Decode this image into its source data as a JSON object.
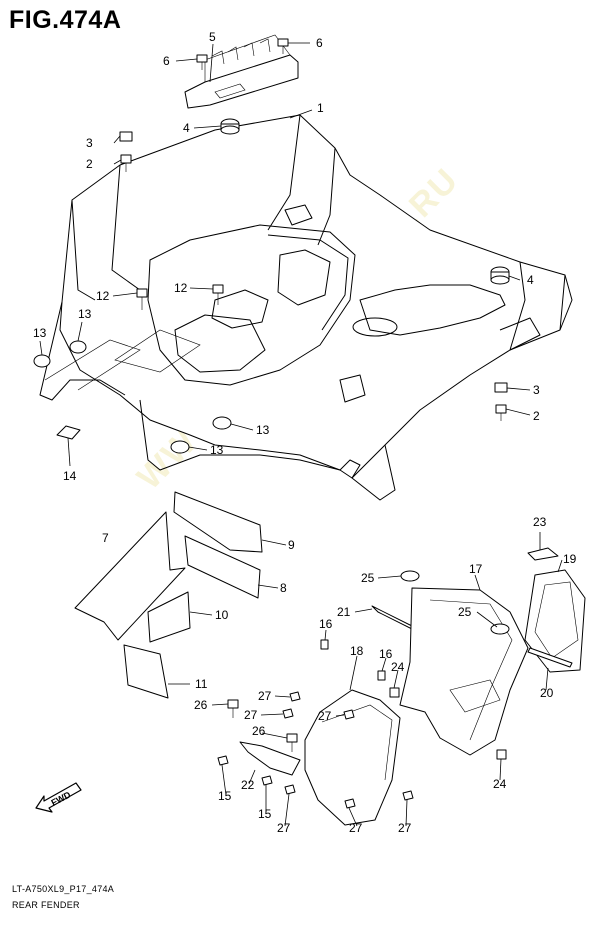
{
  "figure": {
    "title": "FIG.474A",
    "code": "LT-A750XL9_P17_474A",
    "name": "REAR FENDER",
    "watermark": "WWW.PARTSSUZUKI.RU",
    "watermark_color": "#e8dc8c"
  },
  "fwd_label": "FWD",
  "callouts": {
    "c1": "1",
    "c2a": "2",
    "c2b": "2",
    "c3a": "3",
    "c3b": "3",
    "c4a": "4",
    "c4b": "4",
    "c5": "5",
    "c6a": "6",
    "c6b": "6",
    "c7": "7",
    "c8": "8",
    "c9": "9",
    "c10": "10",
    "c11": "11",
    "c12a": "12",
    "c12b": "12",
    "c13a": "13",
    "c13b": "13",
    "c13c": "13",
    "c13d": "13",
    "c14": "14",
    "c15a": "15",
    "c15b": "15",
    "c16a": "16",
    "c16b": "16",
    "c17": "17",
    "c18": "18",
    "c19": "19",
    "c20": "20",
    "c21": "21",
    "c22": "22",
    "c23": "23",
    "c24a": "24",
    "c24b": "24",
    "c25a": "25",
    "c25b": "25",
    "c26a": "26",
    "c26b": "26",
    "c27a": "27",
    "c27b": "27",
    "c27c": "27",
    "c27d": "27",
    "c27e": "27",
    "c27f": "27"
  }
}
